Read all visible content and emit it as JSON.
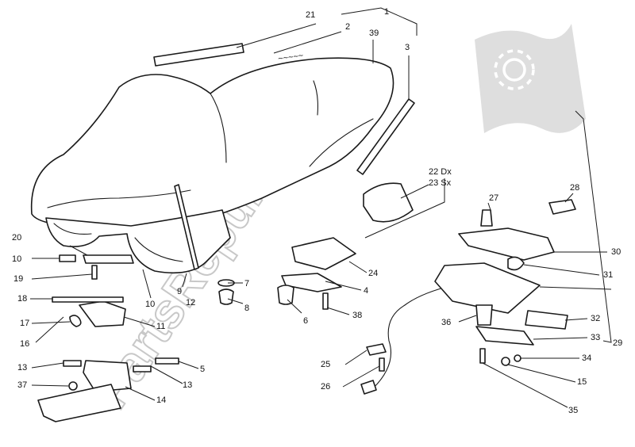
{
  "diagram": {
    "watermark": "PartsRepublik",
    "callouts": [
      "1",
      "2",
      "3",
      "4",
      "5",
      "6",
      "7",
      "8",
      "9",
      "10",
      "10",
      "11",
      "12",
      "13",
      "13",
      "14",
      "15",
      "16",
      "17",
      "18",
      "19",
      "20",
      "21",
      "22 Dx",
      "23 Sx",
      "24",
      "25",
      "26",
      "27",
      "28",
      "29",
      "30",
      "31",
      "32",
      "33",
      "34",
      "35",
      "36",
      "37",
      "38",
      "39"
    ]
  },
  "colors": {
    "line": "#1a1a1a",
    "watermark": "#c8c8c8",
    "background": "#ffffff"
  },
  "icons": {
    "watermark_logo": "gear-flag-icon"
  }
}
